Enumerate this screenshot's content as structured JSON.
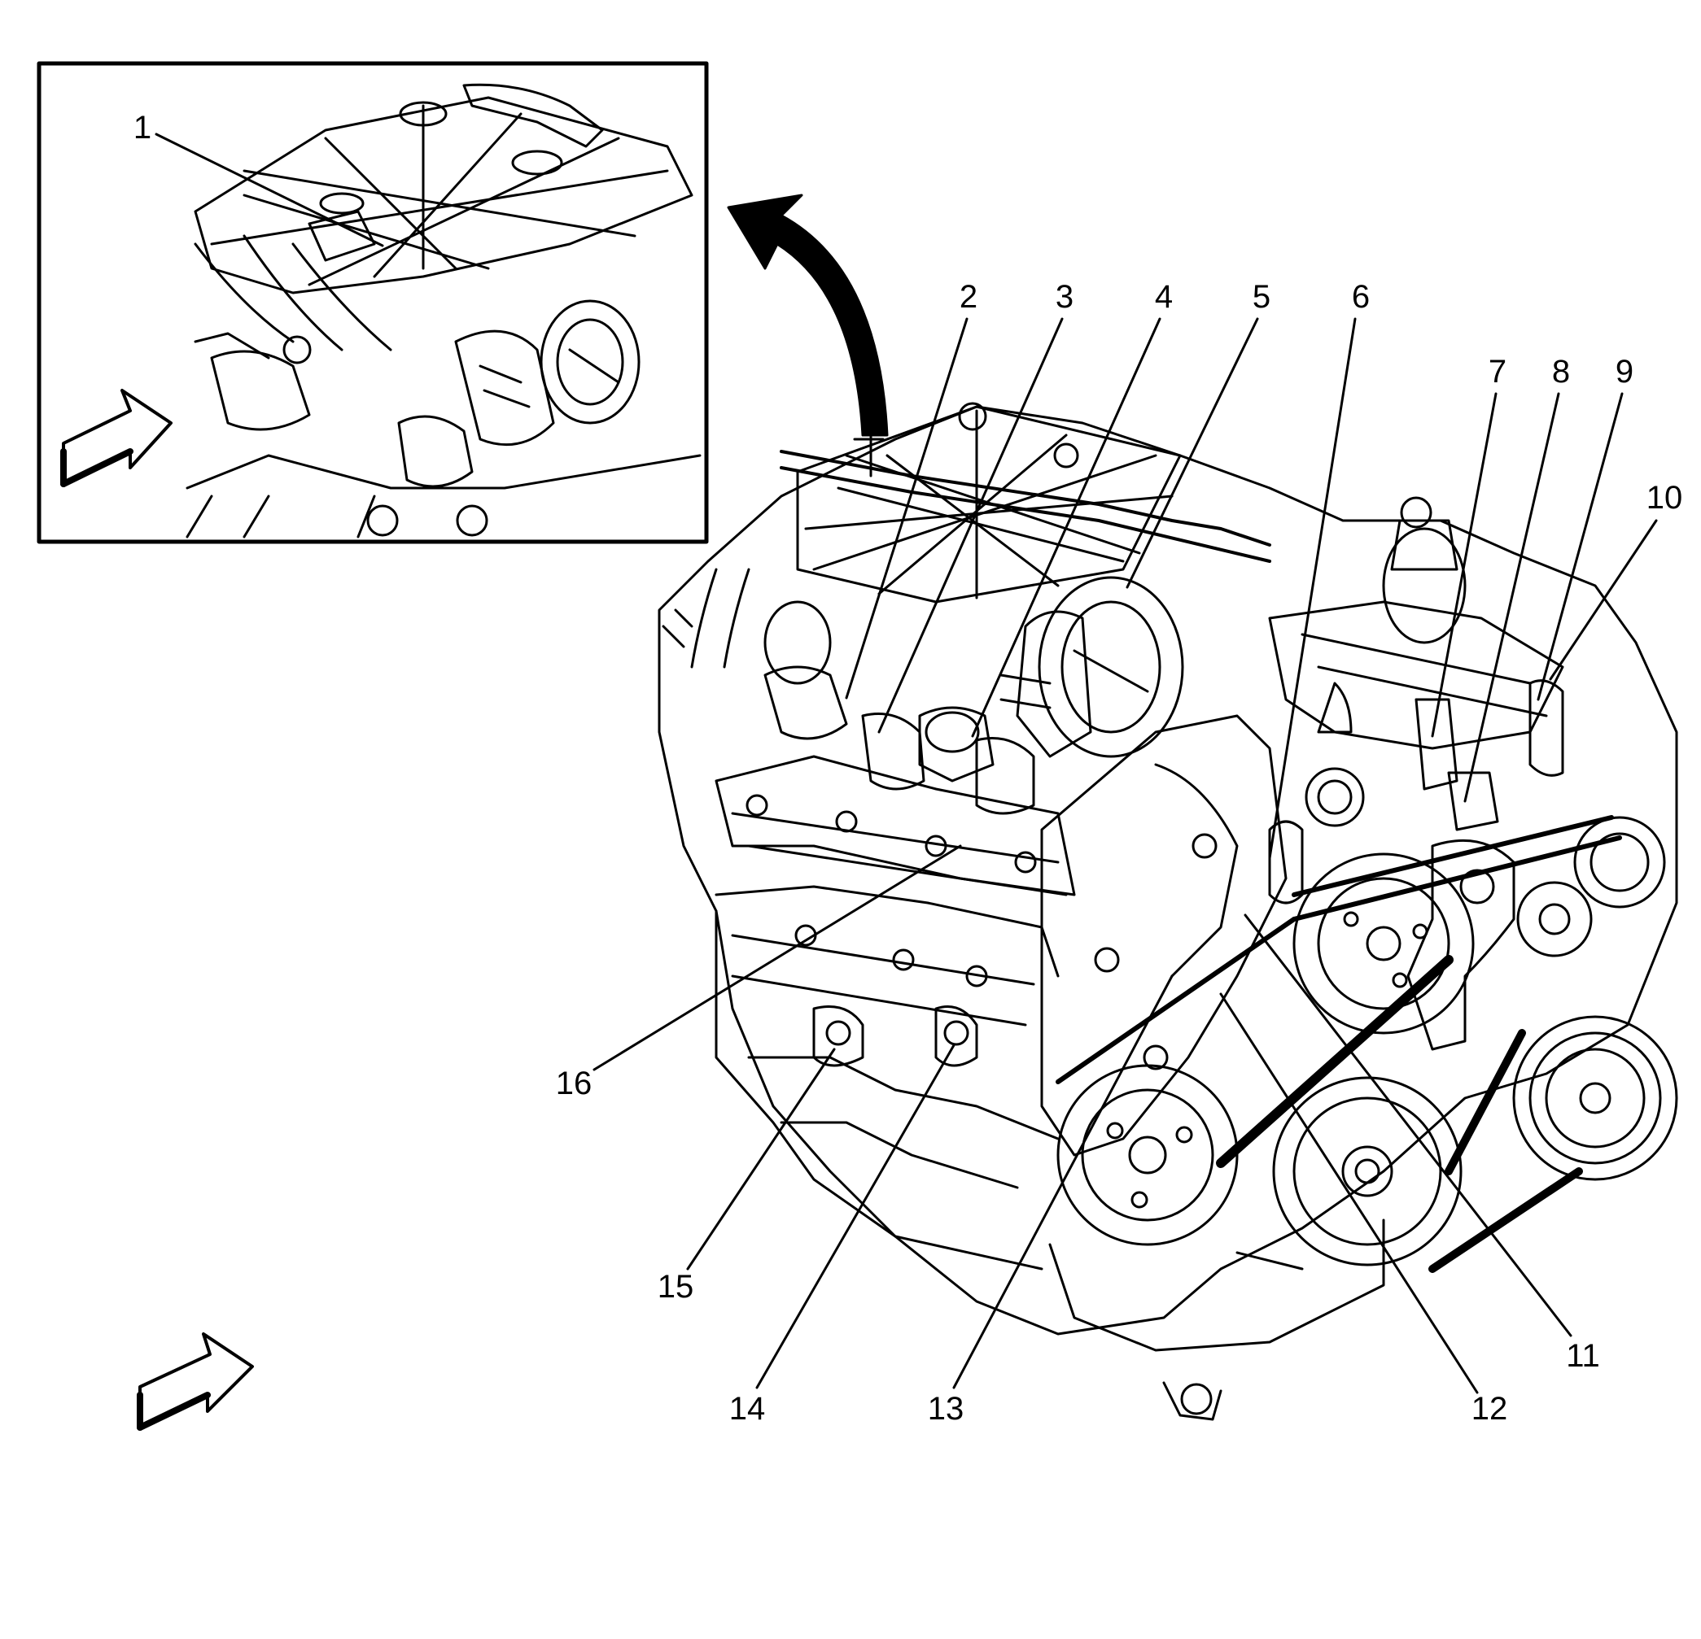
{
  "diagram": {
    "callouts": [
      {
        "id": "1",
        "label": "1"
      },
      {
        "id": "2",
        "label": "2"
      },
      {
        "id": "3",
        "label": "3"
      },
      {
        "id": "4",
        "label": "4"
      },
      {
        "id": "5",
        "label": "5"
      },
      {
        "id": "6",
        "label": "6"
      },
      {
        "id": "7",
        "label": "7"
      },
      {
        "id": "8",
        "label": "8"
      },
      {
        "id": "9",
        "label": "9"
      },
      {
        "id": "10",
        "label": "10"
      },
      {
        "id": "11",
        "label": "11"
      },
      {
        "id": "12",
        "label": "12"
      },
      {
        "id": "13",
        "label": "13"
      },
      {
        "id": "14",
        "label": "14"
      },
      {
        "id": "15",
        "label": "15"
      },
      {
        "id": "16",
        "label": "16"
      }
    ],
    "colors": {
      "line": "#000000",
      "background": "#ffffff",
      "arrow_fill": "#ffffff"
    },
    "icons": [
      "view-direction-arrow-icon",
      "curved-arrow-icon"
    ]
  }
}
